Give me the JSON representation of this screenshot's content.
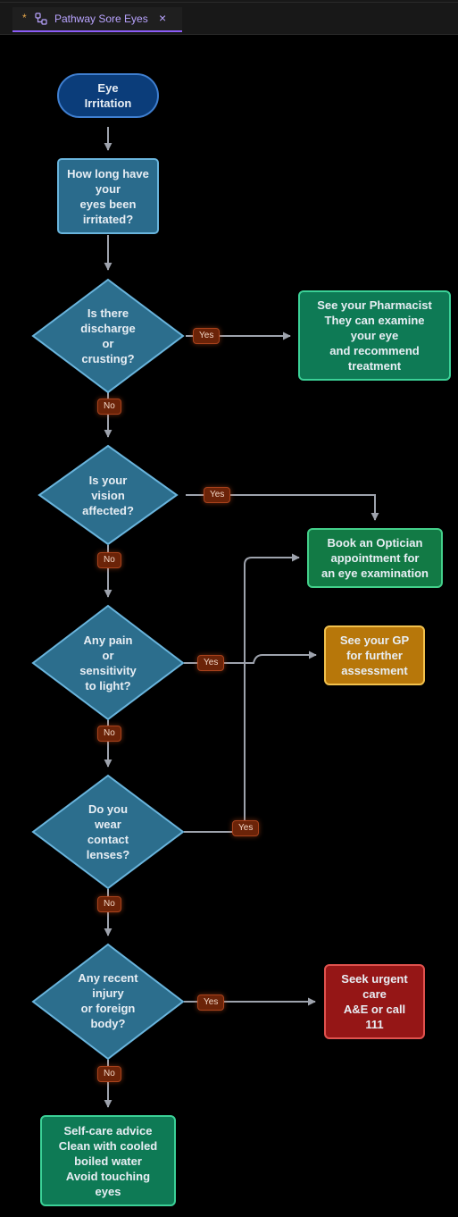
{
  "tab": {
    "dirty_marker": "*",
    "title": "Pathway Sore Eyes",
    "close_glyph": "×"
  },
  "colors": {
    "start": "#0b3d7a",
    "process": "#2a6b8c",
    "decision": "#2c6e8d",
    "pharmacist": "#0e7a55",
    "optician": "#127a45",
    "gp": "#b7770a",
    "urgent": "#951616",
    "selfcare": "#0e7a55",
    "edge": "#9ea3ad",
    "badge": "#6b2308"
  },
  "nodes": {
    "start": "Eye\nIrritation",
    "duration": "How long have\nyour\neyes been\nirritated?",
    "q_discharge": "Is there\ndischarge\nor\ncrusting?",
    "q_vision": "Is your\nvision\naffected?",
    "q_pain": "Any pain\nor\nsensitivity\nto light?",
    "q_contacts": "Do you\nwear\ncontact\nlenses?",
    "q_injury": "Any recent\ninjury\nor foreign\nbody?",
    "pharmacist": "See your Pharmacist\nThey can examine\nyour eye\nand recommend\ntreatment",
    "optician": "Book an Optician\nappointment for\nan eye examination",
    "gp": "See your GP\nfor further\nassessment",
    "urgent": "Seek urgent\ncare\nA&E or call\n111",
    "selfcare": "Self-care advice\nClean with cooled\nboiled water\nAvoid touching\neyes"
  },
  "edge_labels": {
    "yes": "Yes",
    "no": "No"
  }
}
